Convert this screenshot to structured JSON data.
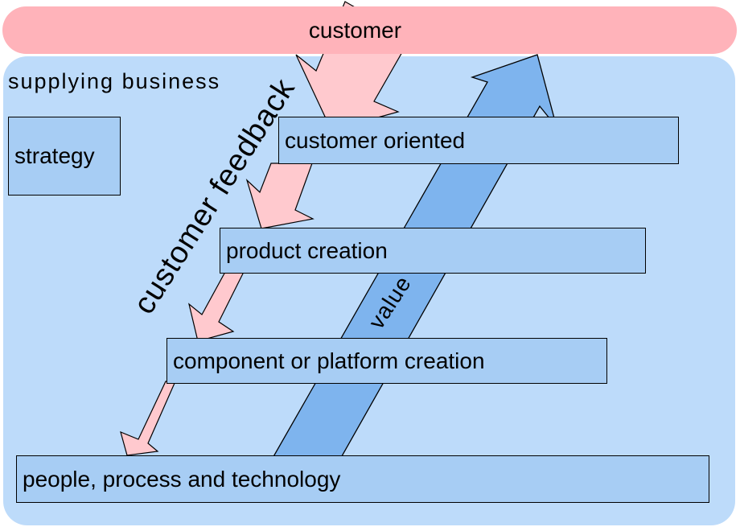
{
  "customer_band": {
    "label": "customer"
  },
  "container": {
    "label": "supplying business"
  },
  "boxes": [
    {
      "id": "strategy",
      "label": "strategy"
    },
    {
      "id": "customer-oriented",
      "label": "customer oriented"
    },
    {
      "id": "product-creation",
      "label": "product creation"
    },
    {
      "id": "component-platform-creation",
      "label": "component or platform creation"
    },
    {
      "id": "people-process-technology",
      "label": "people, process and technology"
    }
  ],
  "annotations": {
    "customer_feedback": "customer feedback",
    "value": "value"
  },
  "colors": {
    "customer_band_pink": "#ffb3ba",
    "feedback_arrow_pink": "#ffc9ce",
    "container_blue": "#bddbfa",
    "process_box_blue": "#a7cdf4",
    "value_arrow_blue": "#7eb4ee",
    "outline_black": "#000000"
  }
}
